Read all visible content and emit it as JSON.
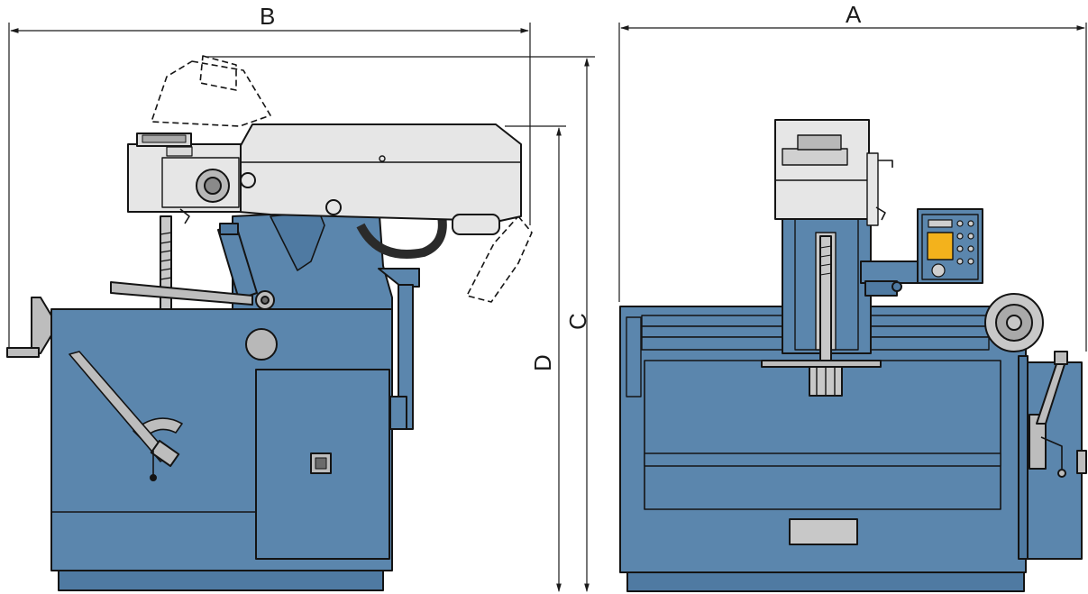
{
  "dimensions": {
    "a_label": "A",
    "b_label": "B",
    "c_label": "C",
    "d_label": "D"
  },
  "colors": {
    "body_blue": "#5b86ad",
    "dark_blue": "#3f6a92",
    "light_gray": "#e6e6e6",
    "mid_gray": "#bdbdbd",
    "outline": "#141414",
    "yellow": "#f3b21c"
  }
}
